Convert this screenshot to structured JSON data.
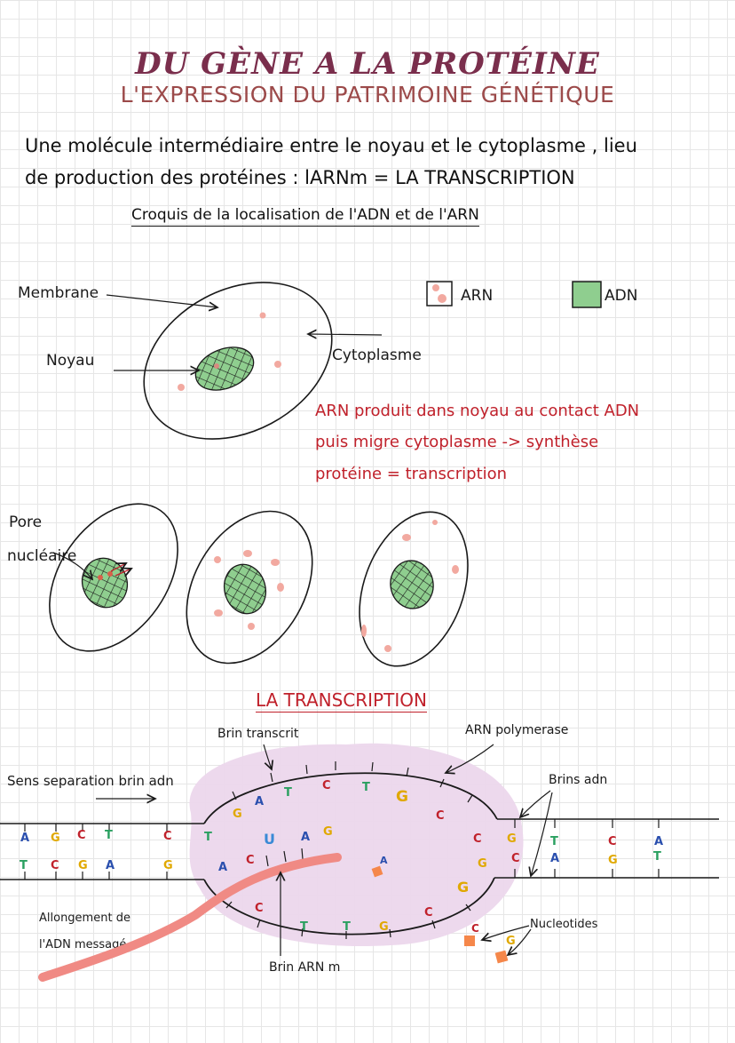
{
  "header": {
    "title": "DU GÈNE A LA PROTÉINE",
    "subtitle": "L'EXPRESSION DU PATRIMOINE GÉNÉTIQUE"
  },
  "intro": {
    "line1": "Une molécule intermédiaire entre le noyau et le cytoplasme , lieu",
    "line2": "de production des protéines : lARNm = LA TRANSCRIPTION"
  },
  "sketch": {
    "title": "Croquis de la localisation de l'ADN et de l'ARN",
    "label_membrane": "Membrane",
    "label_noyau": "Noyau",
    "label_cytoplasme": "Cytoplasme",
    "legend_arn": "ARN",
    "legend_adn": "ADN",
    "note_line1": "ARN produit dans noyau au contact ADN",
    "note_line2": "puis migre cytoplasme -> synthèse",
    "note_line3": "protéine = transcription",
    "label_pore_1": "Pore",
    "label_pore_2": "nucléaire"
  },
  "transcription": {
    "title": "LA TRANSCRIPTION",
    "label_brin_transcrit": "Brin transcrit",
    "label_arn_polymerase": "ARN polymerase",
    "label_sens": "Sens separation brin adn",
    "label_brins_adn": "Brins adn",
    "label_allongement_1": "Allongement de",
    "label_allongement_2": "l'ADN messagé",
    "label_brin_arnm": "Brin ARN m",
    "label_nucleotides": "Nucleotides",
    "bases": {
      "top_left": [
        "A",
        "G",
        "C",
        "T",
        "C"
      ],
      "bottom_left": [
        "T",
        "C",
        "G",
        "A",
        "G"
      ],
      "upper_arc": [
        "T",
        "G",
        "A",
        "T",
        "C",
        "T",
        "G",
        "C",
        "C"
      ],
      "inner_rna": [
        "U",
        "A",
        "G"
      ],
      "lower_arc": [
        "A",
        "C",
        "C",
        "T",
        "T",
        "G",
        "C",
        "G",
        "G"
      ],
      "top_right": [
        "G",
        "T",
        "C",
        "A"
      ],
      "bottom_right": [
        "C",
        "A",
        "G",
        "T"
      ],
      "free_nucleotides": [
        "A",
        "C",
        "G"
      ]
    }
  },
  "colors": {
    "title": "#7a2e4c",
    "subtitle": "#9c4a4a",
    "red_text": "#c0212b",
    "adn_green": "#8fce8f",
    "arn_pink": "#f2a9a0",
    "polymerase_lilac": "#ecd7ec",
    "rna_strand": "#f08a84",
    "nucleotide_orange": "#f5874a"
  }
}
